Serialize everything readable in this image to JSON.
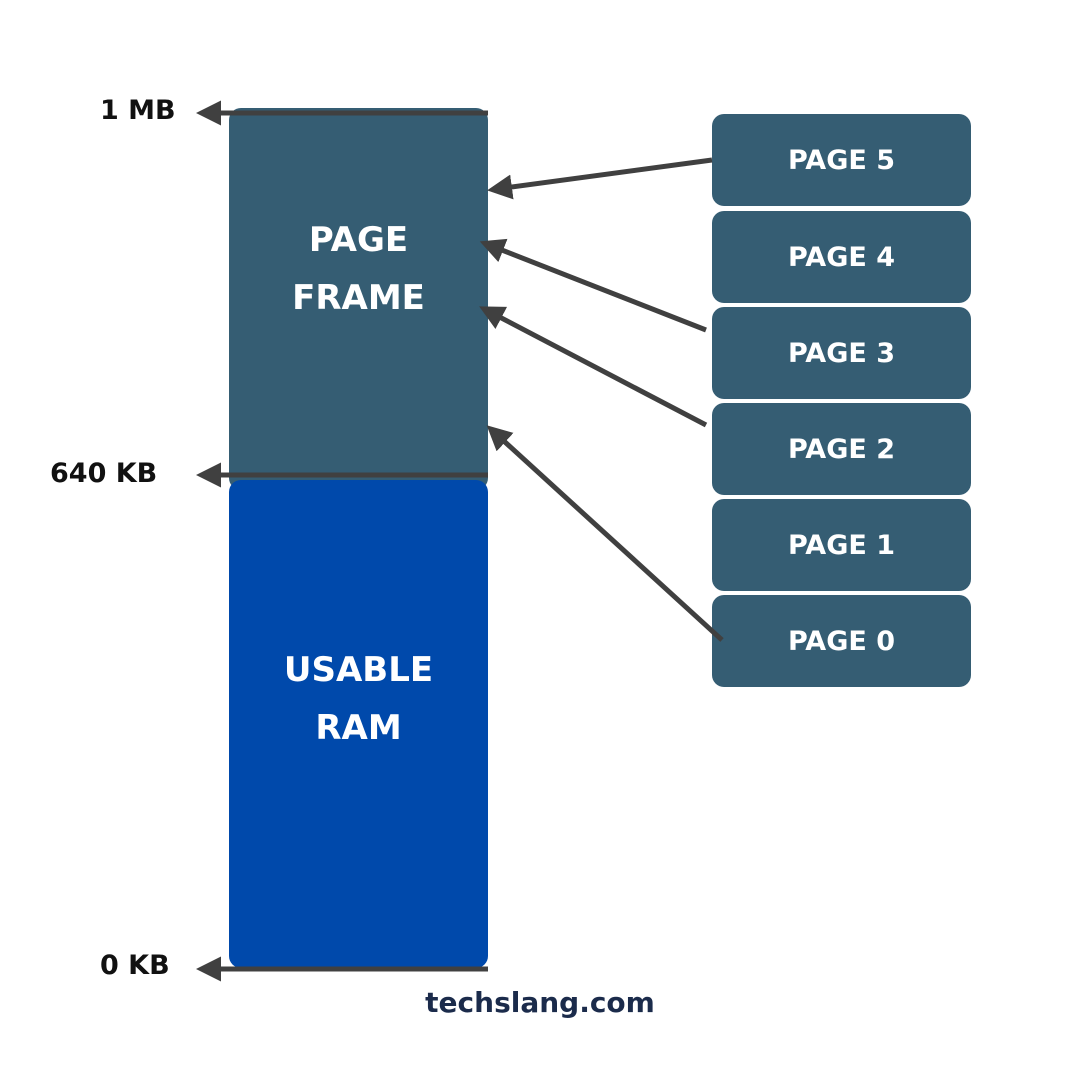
{
  "memory": {
    "page_frame": [
      "PAGE",
      "FRAME"
    ],
    "usable_ram": [
      "USABLE",
      "RAM"
    ]
  },
  "addresses": {
    "top": "1 MB",
    "mid": "640 KB",
    "bottom": "0 KB"
  },
  "pages": [
    "PAGE 5",
    "PAGE 4",
    "PAGE 3",
    "PAGE 2",
    "PAGE 1",
    "PAGE 0"
  ],
  "footer": "techslang.com",
  "colors": {
    "page_frame": "#355d73",
    "usable_ram": "#0049ab",
    "arrow": "#404040"
  }
}
